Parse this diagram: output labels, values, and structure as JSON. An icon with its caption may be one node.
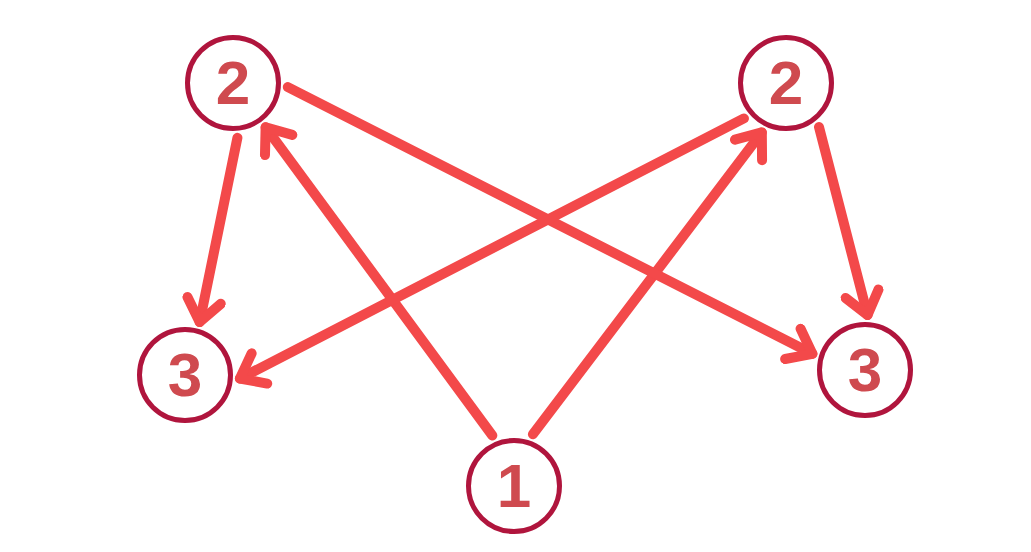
{
  "diagram": {
    "nodes": [
      {
        "text": [
          "2"
        ]
      },
      {
        "text": [
          "2"
        ]
      },
      {
        "text": [
          "3"
        ]
      },
      {
        "text": [
          "3"
        ]
      },
      {
        "text": [
          "1"
        ]
      }
    ],
    "edges": [
      {
        "from": 4,
        "to": 0,
        "arrow": "to"
      },
      {
        "from": 4,
        "to": 1,
        "arrow": "to"
      },
      {
        "from": 0,
        "to": 2,
        "arrow": "to"
      },
      {
        "from": 0,
        "to": 3,
        "arrow": "to"
      },
      {
        "from": 1,
        "to": 2,
        "arrow": "to"
      },
      {
        "from": 1,
        "to": 3,
        "arrow": "to"
      }
    ]
  }
}
